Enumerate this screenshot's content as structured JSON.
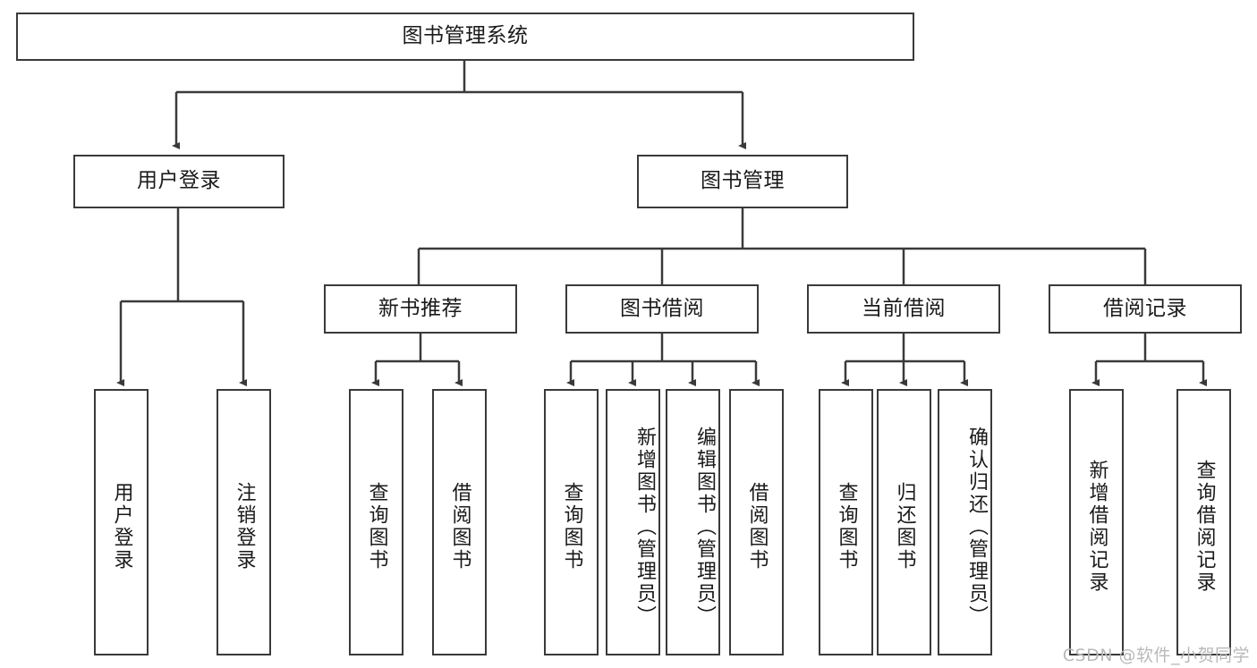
{
  "diagram": {
    "type": "tree-hierarchy",
    "title": "图书管理系统",
    "root": {
      "id": "root",
      "label": "图书管理系统",
      "orientation": "horizontal"
    },
    "level2": [
      {
        "id": "user-login",
        "label": "用户登录",
        "orientation": "horizontal"
      },
      {
        "id": "book-manage",
        "label": "图书管理",
        "orientation": "horizontal"
      }
    ],
    "level3": [
      {
        "id": "new-book-rec",
        "label": "新书推荐",
        "orientation": "horizontal",
        "parent": "book-manage"
      },
      {
        "id": "book-borrow",
        "label": "图书借阅",
        "orientation": "horizontal",
        "parent": "book-manage"
      },
      {
        "id": "current-borrow",
        "label": "当前借阅",
        "orientation": "horizontal",
        "parent": "book-manage"
      },
      {
        "id": "borrow-record",
        "label": "借阅记录",
        "orientation": "horizontal",
        "parent": "book-manage"
      }
    ],
    "leaves": [
      {
        "id": "leaf-user-login",
        "label": "用户登录",
        "parent": "user-login"
      },
      {
        "id": "leaf-logout-login",
        "label": "注销登录",
        "parent": "user-login"
      },
      {
        "id": "leaf-query-book-1",
        "label": "查询图书",
        "parent": "new-book-rec"
      },
      {
        "id": "leaf-borrow-book-1",
        "label": "借阅图书",
        "parent": "new-book-rec"
      },
      {
        "id": "leaf-query-book-2",
        "label": "查询图书",
        "parent": "book-borrow"
      },
      {
        "id": "leaf-add-book",
        "label": "新增图书（管理员）",
        "parent": "book-borrow"
      },
      {
        "id": "leaf-edit-book",
        "label": "编辑图书（管理员）",
        "parent": "book-borrow"
      },
      {
        "id": "leaf-borrow-book-2",
        "label": "借阅图书",
        "parent": "book-borrow"
      },
      {
        "id": "leaf-query-book-3",
        "label": "查询图书",
        "parent": "current-borrow"
      },
      {
        "id": "leaf-return-book",
        "label": "归还图书",
        "parent": "current-borrow"
      },
      {
        "id": "leaf-confirm-return",
        "label": "确认归还（管理员）",
        "parent": "current-borrow"
      },
      {
        "id": "leaf-add-record",
        "label": "新增借阅记录",
        "parent": "borrow-record"
      },
      {
        "id": "leaf-query-record",
        "label": "查询借阅记录",
        "parent": "borrow-record"
      }
    ],
    "watermark": "CSDN @软件_小贺同学",
    "colors": {
      "node_border": "#3a3a3a",
      "node_fill": "#ffffff",
      "connector": "#3a3a3a",
      "text": "#1a1a1a",
      "watermark": "#b9b9b9",
      "background": "#ffffff"
    }
  }
}
